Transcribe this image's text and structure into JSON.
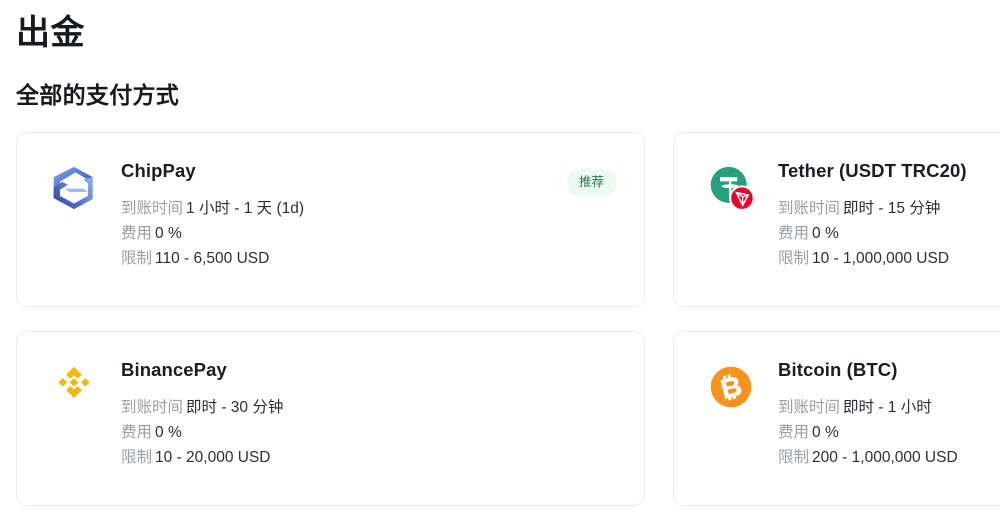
{
  "header": {
    "page_title": "出金",
    "section_title": "全部的支付方式"
  },
  "labels": {
    "processing_time": "到账时间",
    "fee": "费用",
    "limits": "限制"
  },
  "colors": {
    "page_background": "#ffffff",
    "card_background": "#ffffff",
    "card_border": "#e9eaec",
    "title_text": "#16191f",
    "label_text": "#9a9ea6",
    "value_text": "#2b2f38",
    "badge_background": "#edfaf2",
    "badge_text": "#1d7f4c",
    "chippay_blue": "#3f5fd0",
    "tether_green": "#26a17b",
    "tron_red": "#ef0027",
    "binance_gold": "#f0b90b",
    "bitcoin_orange": "#f7931a"
  },
  "payment_methods": [
    {
      "id": "chippay",
      "name": "ChipPay",
      "icon": "chippay-logo-icon",
      "badge": "推荐",
      "processing_time": "1 小时 - 1 天 (1d)",
      "fee": "0 %",
      "limits": "110 - 6,500 USD"
    },
    {
      "id": "tether-usdt-trc20",
      "name": "Tether (USDT TRC20)",
      "icon": "tether-trc20-logo-icon",
      "badge": "",
      "processing_time": "即时 - 15 分钟",
      "fee": "0 %",
      "limits": "10 - 1,000,000 USD"
    },
    {
      "id": "binancepay",
      "name": "BinancePay",
      "icon": "binance-logo-icon",
      "badge": "",
      "processing_time": "即时 - 30 分钟",
      "fee": "0 %",
      "limits": "10 - 20,000 USD"
    },
    {
      "id": "bitcoin-btc",
      "name": "Bitcoin (BTC)",
      "icon": "bitcoin-logo-icon",
      "badge": "",
      "processing_time": "即时 - 1 小时",
      "fee": "0 %",
      "limits": "200 - 1,000,000 USD"
    }
  ]
}
